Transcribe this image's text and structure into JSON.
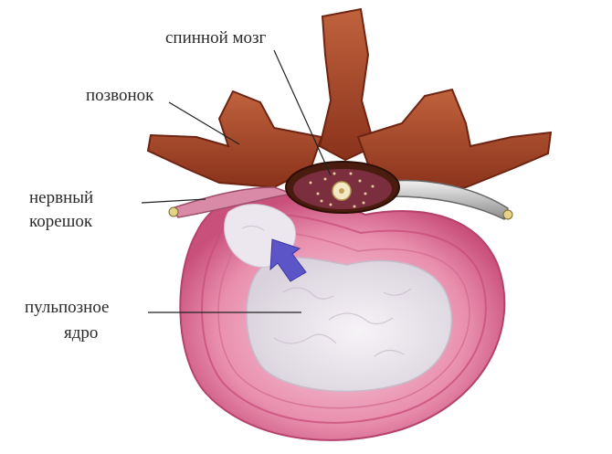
{
  "labels": {
    "spinal_cord": "спинной мозг",
    "vertebra": "позвонок",
    "nerve_root_line1": "нервный",
    "nerve_root_line2": "корешок",
    "nucleus_line1": "пульпозное",
    "nucleus_line2": "ядро"
  },
  "colors": {
    "bone": "#a8462a",
    "bone_dark": "#6e2412",
    "bone_light": "#c96a45",
    "disc_outer": "#d8648c",
    "disc_inner": "#f2b6c9",
    "nucleus": "#ebe6ec",
    "arrow": "#5b55c8",
    "nerve": "#c8c8c8",
    "leader_line": "#222222"
  }
}
